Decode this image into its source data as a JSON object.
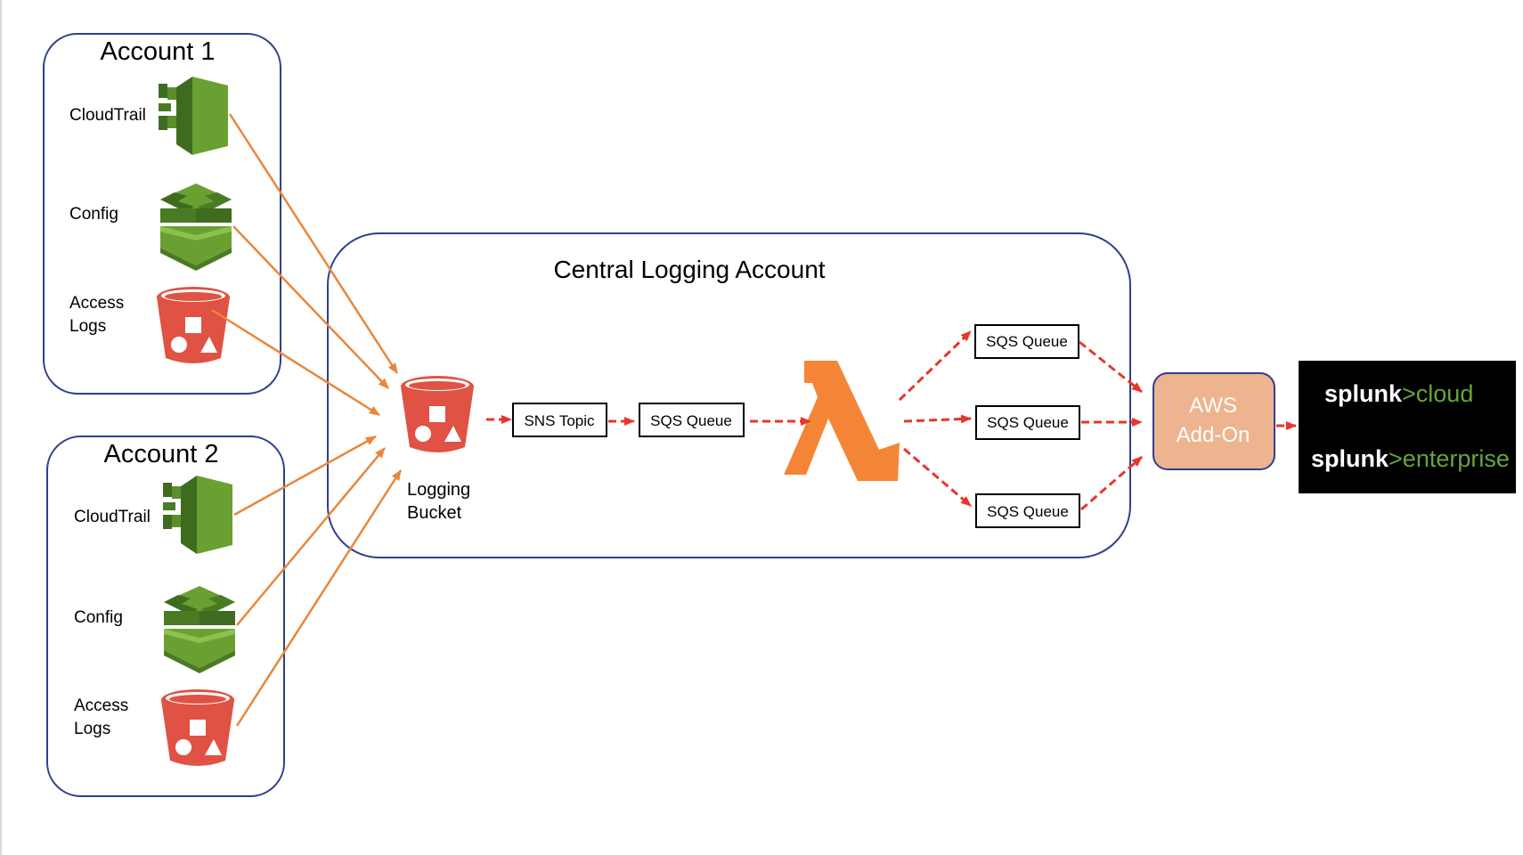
{
  "accounts": [
    {
      "title": "Account 1",
      "services": [
        {
          "label": "CloudTrail"
        },
        {
          "label": "Config"
        },
        {
          "label_line1": "Access",
          "label_line2": "Logs"
        }
      ]
    },
    {
      "title": "Account 2",
      "services": [
        {
          "label": "CloudTrail"
        },
        {
          "label": "Config"
        },
        {
          "label_line1": "Access",
          "label_line2": "Logs"
        }
      ]
    }
  ],
  "central": {
    "title": "Central Logging Account",
    "bucket": {
      "line1": "Logging",
      "line2": "Bucket"
    },
    "sns_topic": "SNS Topic",
    "sqs_queue": "SQS Queue",
    "fanout_queues": [
      "SQS Queue",
      "SQS Queue",
      "SQS Queue"
    ]
  },
  "addon": {
    "line1": "AWS",
    "line2": "Add-On"
  },
  "splunk": {
    "brand": "splunk",
    "chevron": ">",
    "products": [
      "cloud",
      "enterprise"
    ]
  },
  "icons": {
    "cloudtrail": "cloudtrail-icon",
    "config": "config-icon",
    "s3": "s3-bucket-icon",
    "lambda": "lambda-icon"
  },
  "colors": {
    "account_border": "#2f3f8f",
    "ingest_arrow": "#e8873c",
    "flow_arrow": "#e8352b",
    "cloudtrail_green": "#6aa031",
    "s3_red": "#e05243",
    "lambda_orange": "#f58536",
    "addon_fill": "#edb48f",
    "splunk_bg": "#000000",
    "splunk_green": "#65a637"
  }
}
